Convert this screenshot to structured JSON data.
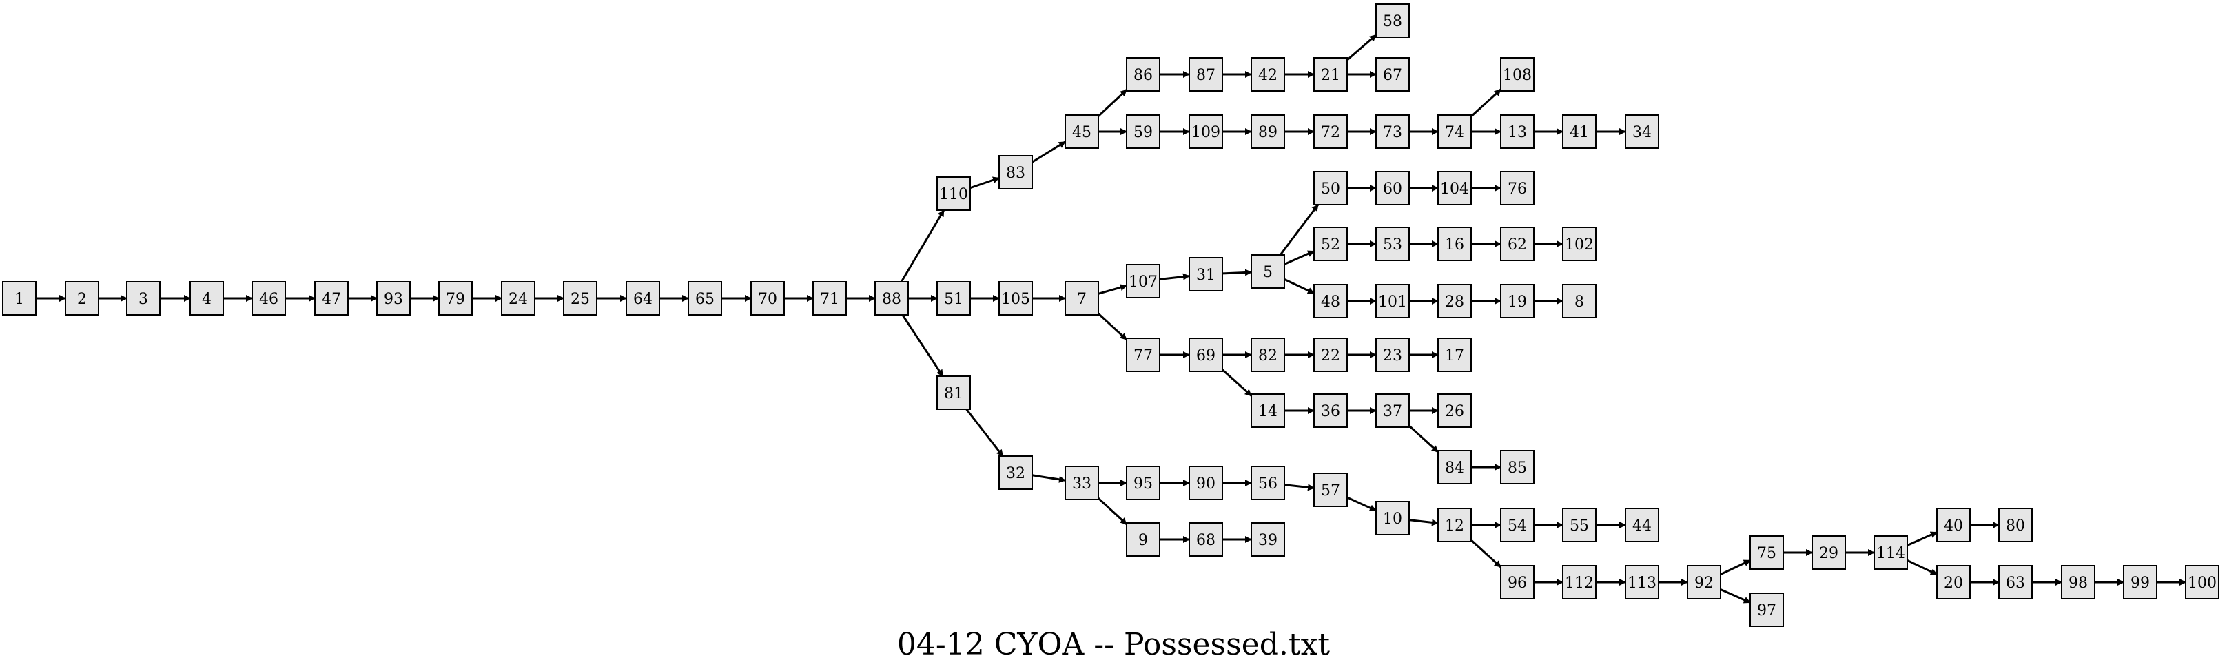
{
  "caption": "04-12 CYOA -- Possessed.txt",
  "colors": {
    "node_fill": "#e6e6e6",
    "stroke": "#000000",
    "background": "#ffffff"
  },
  "nodes": [
    "1",
    "2",
    "3",
    "4",
    "46",
    "47",
    "93",
    "79",
    "24",
    "25",
    "64",
    "65",
    "70",
    "71",
    "88",
    "110",
    "83",
    "45",
    "86",
    "87",
    "42",
    "21",
    "58",
    "67",
    "59",
    "109",
    "89",
    "72",
    "73",
    "74",
    "108",
    "13",
    "41",
    "34",
    "51",
    "105",
    "7",
    "107",
    "31",
    "5",
    "50",
    "60",
    "104",
    "76",
    "52",
    "53",
    "16",
    "62",
    "102",
    "48",
    "101",
    "28",
    "19",
    "8",
    "77",
    "69",
    "82",
    "22",
    "23",
    "17",
    "14",
    "36",
    "37",
    "26",
    "84",
    "85",
    "81",
    "32",
    "33",
    "95",
    "90",
    "56",
    "57",
    "10",
    "12",
    "54",
    "55",
    "44",
    "96",
    "112",
    "113",
    "92",
    "75",
    "29",
    "114",
    "40",
    "80",
    "20",
    "63",
    "98",
    "99",
    "100",
    "97",
    "9",
    "68",
    "39"
  ],
  "edges": [
    [
      "1",
      "2"
    ],
    [
      "2",
      "3"
    ],
    [
      "3",
      "4"
    ],
    [
      "4",
      "46"
    ],
    [
      "46",
      "47"
    ],
    [
      "47",
      "93"
    ],
    [
      "93",
      "79"
    ],
    [
      "79",
      "24"
    ],
    [
      "24",
      "25"
    ],
    [
      "25",
      "64"
    ],
    [
      "64",
      "65"
    ],
    [
      "65",
      "70"
    ],
    [
      "70",
      "71"
    ],
    [
      "71",
      "88"
    ],
    [
      "88",
      "110"
    ],
    [
      "88",
      "51"
    ],
    [
      "88",
      "81"
    ],
    [
      "110",
      "83"
    ],
    [
      "83",
      "45"
    ],
    [
      "45",
      "86"
    ],
    [
      "45",
      "59"
    ],
    [
      "86",
      "87"
    ],
    [
      "87",
      "42"
    ],
    [
      "42",
      "21"
    ],
    [
      "21",
      "58"
    ],
    [
      "21",
      "67"
    ],
    [
      "59",
      "109"
    ],
    [
      "109",
      "89"
    ],
    [
      "89",
      "72"
    ],
    [
      "72",
      "73"
    ],
    [
      "73",
      "74"
    ],
    [
      "74",
      "108"
    ],
    [
      "74",
      "13"
    ],
    [
      "13",
      "41"
    ],
    [
      "41",
      "34"
    ],
    [
      "51",
      "105"
    ],
    [
      "105",
      "7"
    ],
    [
      "7",
      "107"
    ],
    [
      "7",
      "77"
    ],
    [
      "107",
      "31"
    ],
    [
      "31",
      "5"
    ],
    [
      "5",
      "50"
    ],
    [
      "5",
      "52"
    ],
    [
      "5",
      "48"
    ],
    [
      "50",
      "60"
    ],
    [
      "60",
      "104"
    ],
    [
      "104",
      "76"
    ],
    [
      "52",
      "53"
    ],
    [
      "53",
      "16"
    ],
    [
      "16",
      "62"
    ],
    [
      "62",
      "102"
    ],
    [
      "48",
      "101"
    ],
    [
      "101",
      "28"
    ],
    [
      "28",
      "19"
    ],
    [
      "19",
      "8"
    ],
    [
      "77",
      "69"
    ],
    [
      "69",
      "82"
    ],
    [
      "69",
      "14"
    ],
    [
      "82",
      "22"
    ],
    [
      "22",
      "23"
    ],
    [
      "23",
      "17"
    ],
    [
      "14",
      "36"
    ],
    [
      "36",
      "37"
    ],
    [
      "37",
      "26"
    ],
    [
      "37",
      "84"
    ],
    [
      "84",
      "85"
    ],
    [
      "81",
      "32"
    ],
    [
      "32",
      "33"
    ],
    [
      "33",
      "95"
    ],
    [
      "33",
      "9"
    ],
    [
      "95",
      "90"
    ],
    [
      "90",
      "56"
    ],
    [
      "56",
      "57"
    ],
    [
      "57",
      "10"
    ],
    [
      "10",
      "12"
    ],
    [
      "12",
      "54"
    ],
    [
      "12",
      "96"
    ],
    [
      "54",
      "55"
    ],
    [
      "55",
      "44"
    ],
    [
      "96",
      "112"
    ],
    [
      "112",
      "113"
    ],
    [
      "113",
      "92"
    ],
    [
      "92",
      "75"
    ],
    [
      "92",
      "97"
    ],
    [
      "75",
      "29"
    ],
    [
      "29",
      "114"
    ],
    [
      "114",
      "40"
    ],
    [
      "114",
      "20"
    ],
    [
      "40",
      "80"
    ],
    [
      "20",
      "63"
    ],
    [
      "63",
      "98"
    ],
    [
      "98",
      "99"
    ],
    [
      "99",
      "100"
    ],
    [
      "9",
      "68"
    ],
    [
      "68",
      "39"
    ]
  ]
}
